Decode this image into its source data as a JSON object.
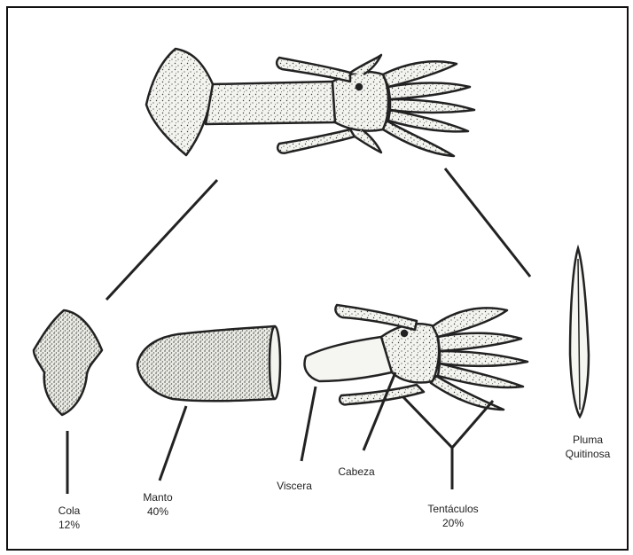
{
  "diagram": {
    "parts": [
      {
        "id": "cola",
        "name": "Cola",
        "percent": "12%"
      },
      {
        "id": "manto",
        "name": "Manto",
        "percent": "40%"
      },
      {
        "id": "viscera",
        "name": "Viscera"
      },
      {
        "id": "cabeza",
        "name": "Cabeza"
      },
      {
        "id": "tentaculos",
        "name": "Tentáculos",
        "percent": "20%"
      },
      {
        "id": "pluma",
        "name_line1": "Pluma",
        "name_line2": "Quitinosa"
      }
    ],
    "colors": {
      "ink": "#222222",
      "fill": "#f3f3ef",
      "stipple": "#3a3a3a",
      "border": "#111111"
    }
  }
}
